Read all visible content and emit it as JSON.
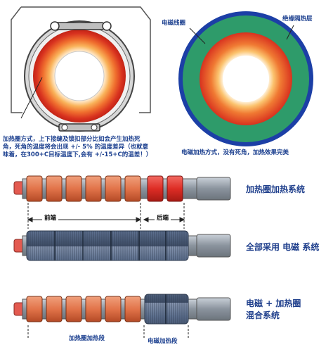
{
  "top_left": {
    "caption_line1": "加热圈方式，上下接缝及锁扣部分比如会产生加热死",
    "caption_line2": "角，死角的温度将会出现 +/- 5% 的温度差异（也就意",
    "caption_line3": "味着，在300+C目标温度下,会有 +/-15+C的温差！）"
  },
  "top_right": {
    "label_coil": "电磁线圈",
    "label_insulation": "绝缘隔热层",
    "caption": "电磁加热方式，没有死角，加热效果完美"
  },
  "rows": [
    {
      "label": "加热圈加热系统"
    },
    {
      "label": "全部采用 电磁 系统"
    },
    {
      "label_line1": "电磁 + 加热圈",
      "label_line2": "混合系统"
    }
  ],
  "dims": {
    "front": "前端",
    "rear": "后端"
  },
  "bottom": {
    "band_heater_section": "加热圈加热段",
    "induction_section": "电磁加热段"
  },
  "colors": {
    "band_heater": "#e2744a",
    "band_heater_dark": "#c9522d",
    "coil": "#5c6f8e",
    "insulation": "#2e9b6a",
    "outer_ring": "#1c3fa6",
    "barrel": "#9aa3ad"
  }
}
